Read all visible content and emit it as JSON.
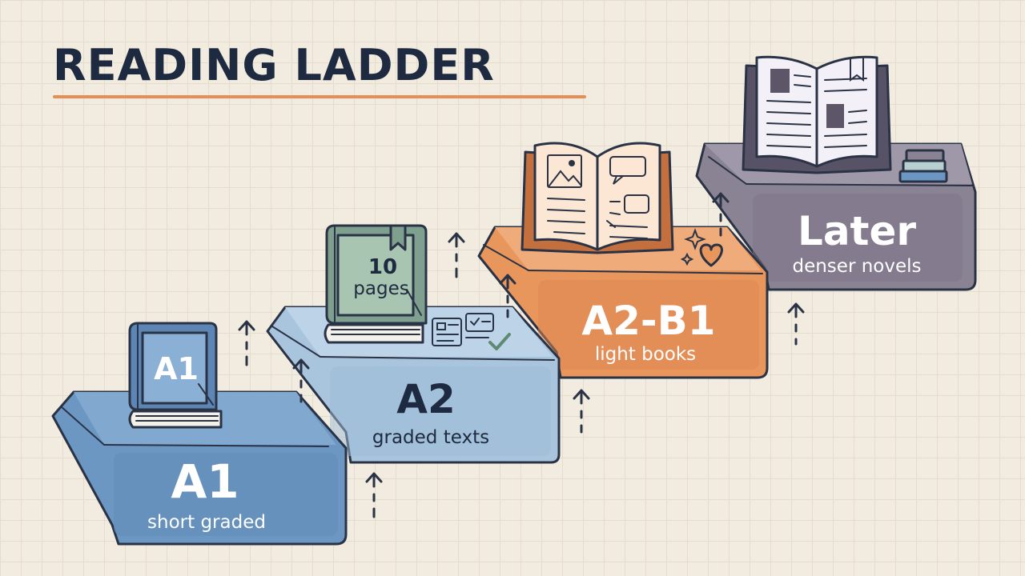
{
  "title": "READING LADDER",
  "steps": [
    {
      "level": "A1",
      "subtitle": "short graded",
      "color": "#6b97c2"
    },
    {
      "level": "A2",
      "subtitle": "graded texts",
      "color": "#a9c5de"
    },
    {
      "level": "A2-B1",
      "subtitle": "light books",
      "color": "#e8965c"
    },
    {
      "level": "Later",
      "subtitle": "denser novels",
      "color": "#8a8394"
    }
  ],
  "book_labels": {
    "a1_book": "A1",
    "a2_book_number": "10",
    "a2_book_unit": "pages"
  },
  "icons": [
    "small-book-icon",
    "bookmarked-book-icon",
    "checklist-icon",
    "open-picture-book-icon",
    "sparkle-icon",
    "heart-icon",
    "open-novel-icon",
    "book-stack-icon",
    "up-arrow-icon"
  ],
  "colors": {
    "accent": "#e58f57",
    "ink": "#1d2a3f",
    "background": "#f2ece0"
  }
}
